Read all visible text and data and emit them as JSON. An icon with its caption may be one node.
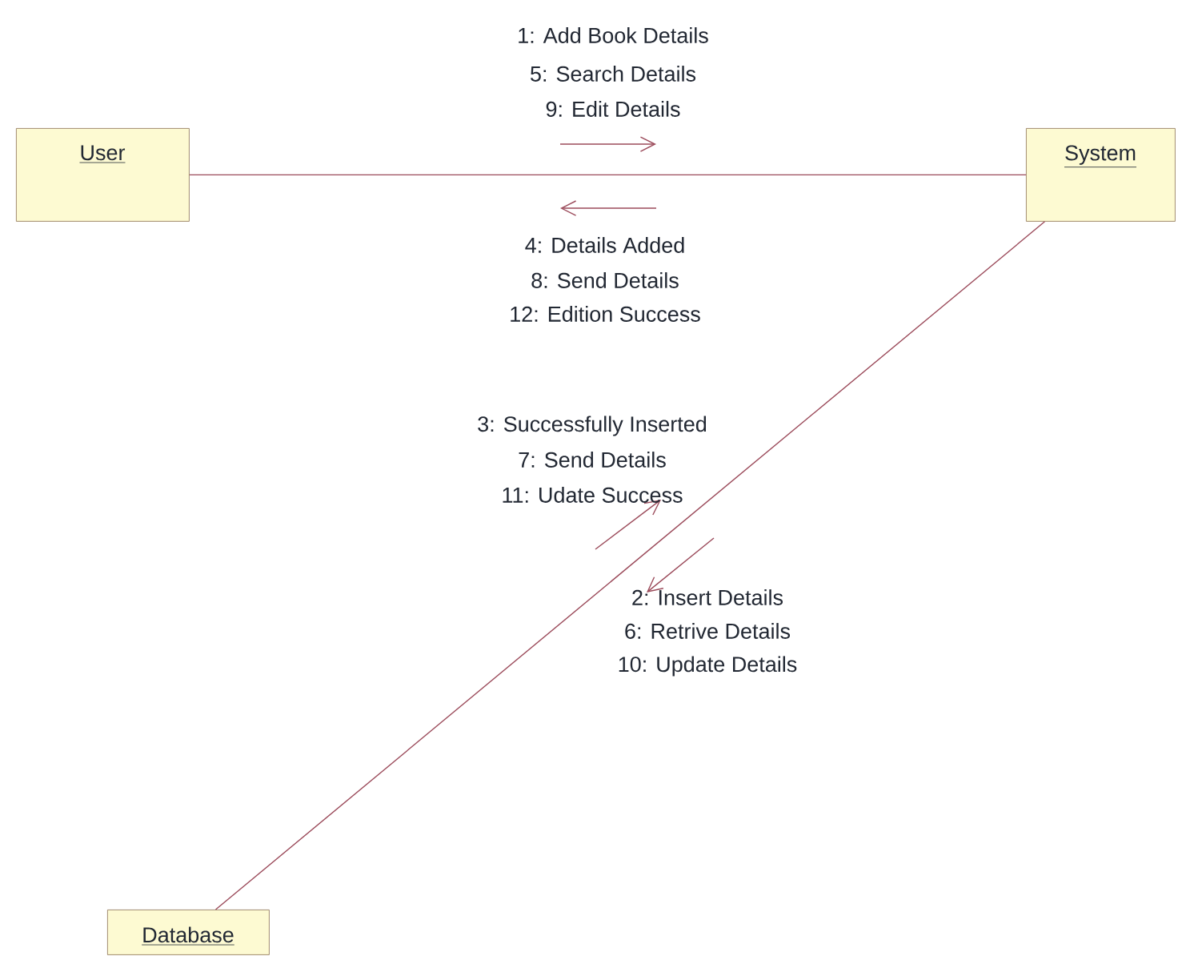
{
  "diagram": {
    "nodes": [
      {
        "text": [
          "User"
        ]
      },
      {
        "text": [
          "System"
        ]
      },
      {
        "text": [
          "Database"
        ]
      }
    ],
    "edges": [
      {
        "from": 0,
        "to": 1,
        "arrow": "none"
      },
      {
        "from": 1,
        "to": 2,
        "arrow": "none"
      }
    ],
    "labels": [
      "1: Add Book Details",
      "5: Search Details",
      "9: Edit Details",
      "4: Details Added",
      "8: Send Details",
      "12: Edition Success",
      "3: Successfully Inserted",
      "7: Send Details",
      "11: Udate Success",
      "2: Insert Details",
      "6: Retrive Details",
      "10: Update Details"
    ]
  }
}
